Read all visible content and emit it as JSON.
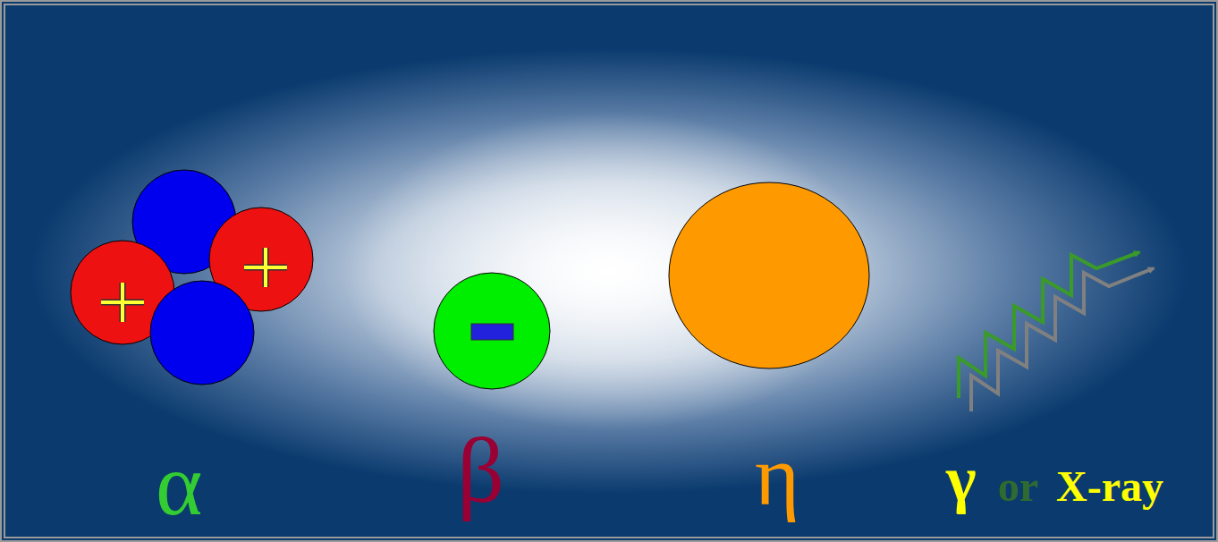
{
  "diagram": {
    "labels": [
      "α",
      "β",
      "η",
      "γ",
      "or",
      "X-ray"
    ]
  }
}
